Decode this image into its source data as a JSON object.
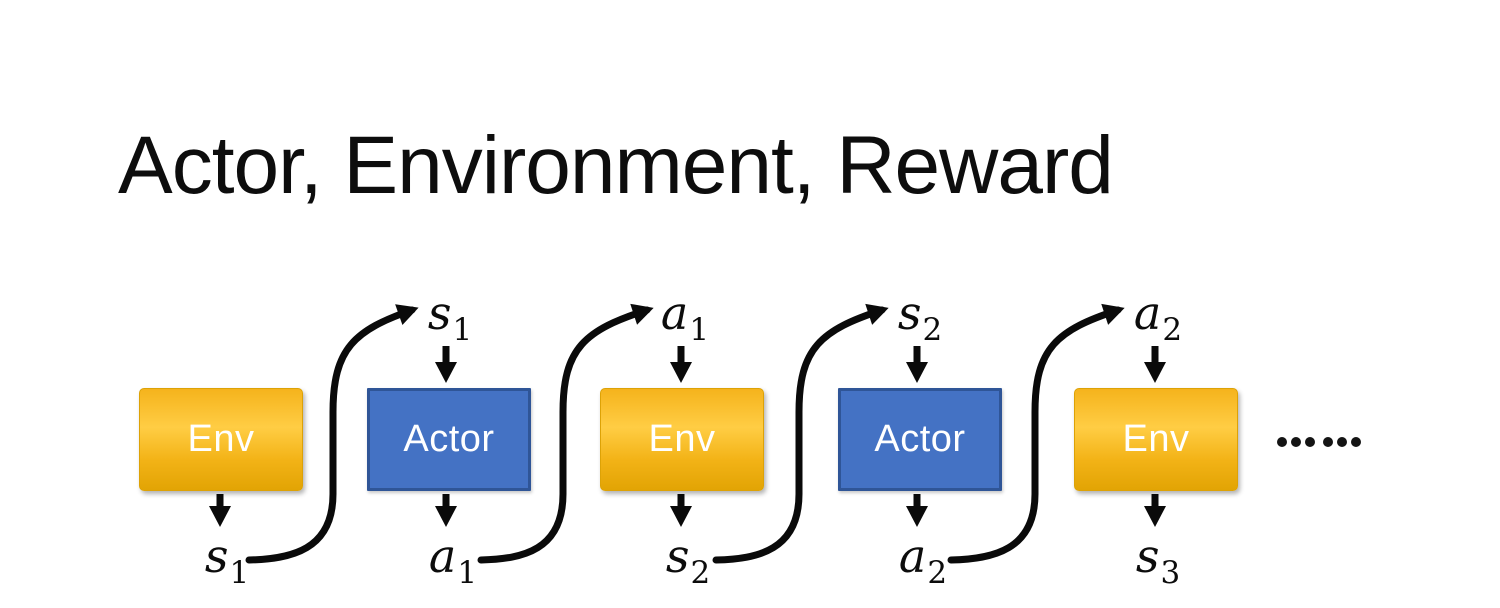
{
  "slide": {
    "title": "Actor, Environment, Reward",
    "boxes": [
      {
        "label": "Env",
        "type": "env"
      },
      {
        "label": "Actor",
        "type": "actor"
      },
      {
        "label": "Env",
        "type": "env"
      },
      {
        "label": "Actor",
        "type": "actor"
      },
      {
        "label": "Env",
        "type": "env"
      }
    ],
    "top_labels": [
      {
        "base": "s",
        "sub": "1"
      },
      {
        "base": "a",
        "sub": "1"
      },
      {
        "base": "s",
        "sub": "2"
      },
      {
        "base": "a",
        "sub": "2"
      }
    ],
    "bottom_labels": [
      {
        "base": "s",
        "sub": "1"
      },
      {
        "base": "a",
        "sub": "1"
      },
      {
        "base": "s",
        "sub": "2"
      },
      {
        "base": "a",
        "sub": "2"
      },
      {
        "base": "s",
        "sub": "3"
      }
    ],
    "ellipsis": "……",
    "colors": {
      "env_gradient_top": "#F5B31C",
      "env_gradient_mid": "#FFCD44",
      "env_gradient_bottom": "#E2A404",
      "actor_fill": "#4472C4",
      "actor_border": "#2F5597",
      "arrow": "#0A0A0A",
      "box_text": "#FFFFFF",
      "title_text": "#0D0D0D",
      "background": "#FFFFFF"
    }
  }
}
